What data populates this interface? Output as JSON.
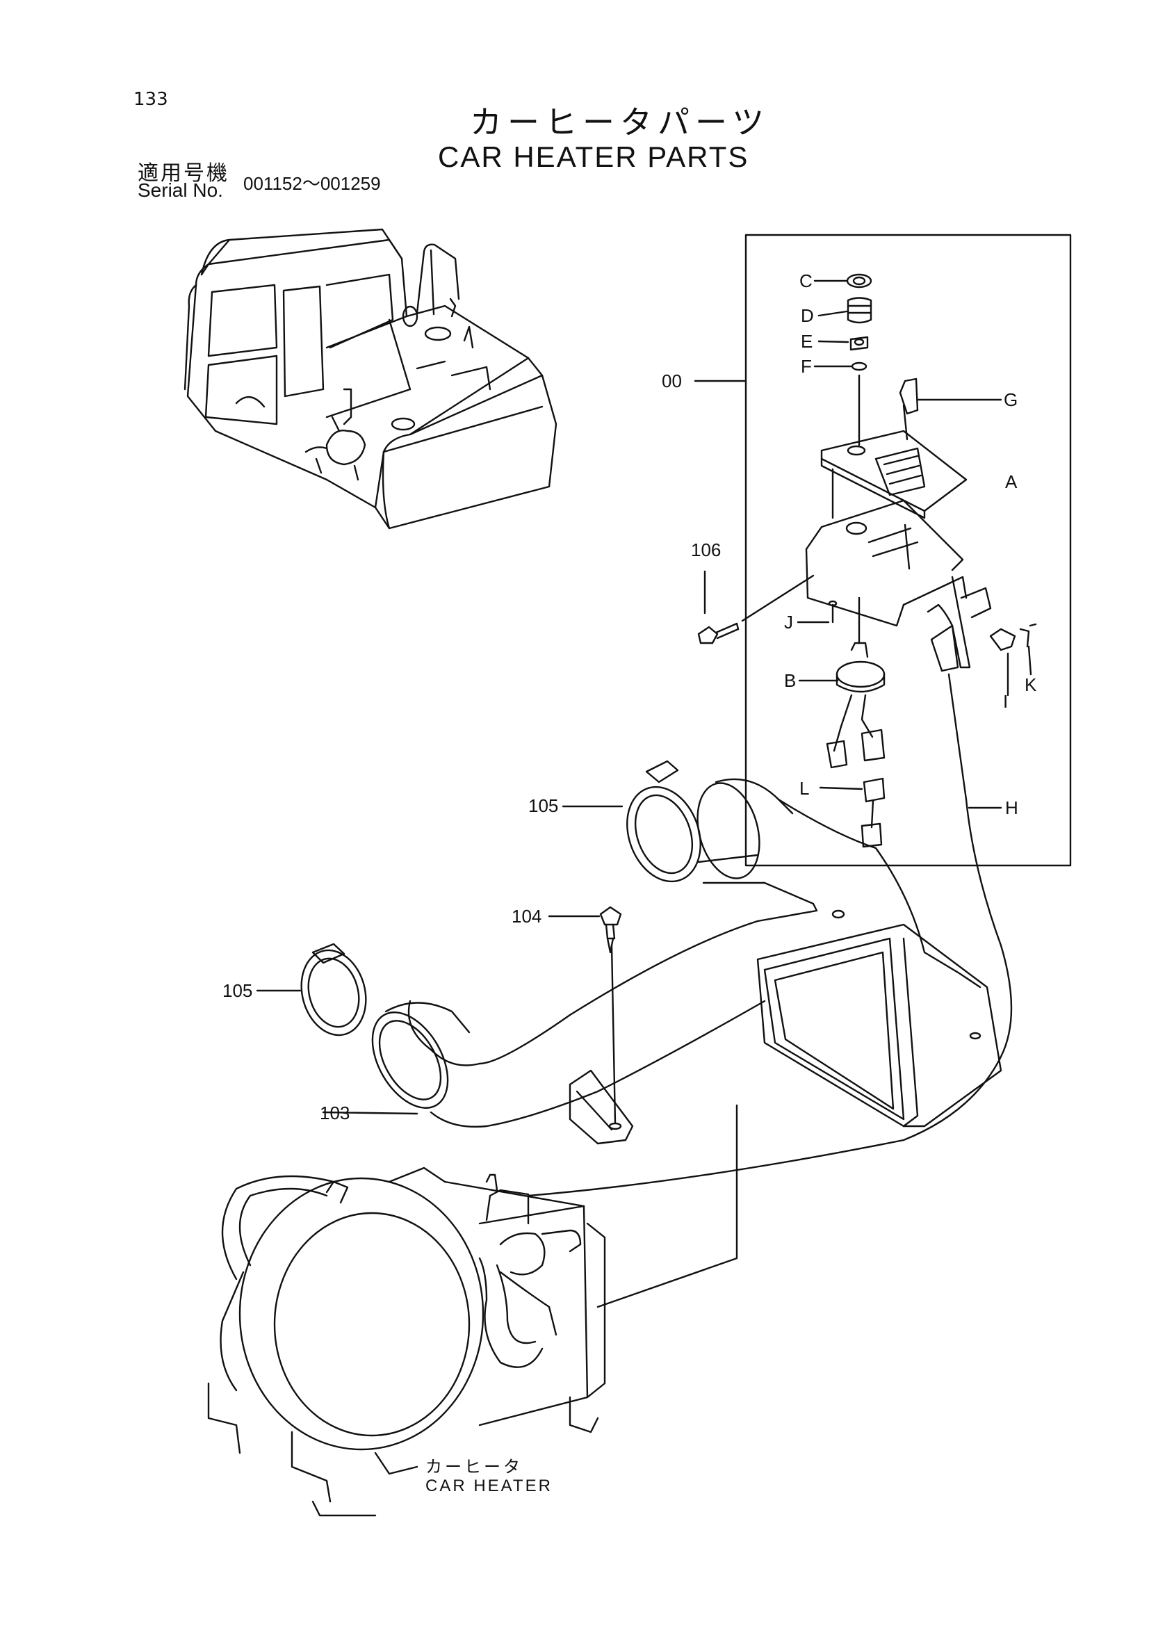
{
  "header": {
    "page_number": "133",
    "title_jp": "カーヒータパーツ",
    "title_en": "CAR HEATER PARTS",
    "serial_label_jp": "適用号機",
    "serial_label_en": "Serial No.",
    "serial_range": "001152～001259"
  },
  "callouts": {
    "c00": "00",
    "cA": "A",
    "cB": "B",
    "cC": "C",
    "cD": "D",
    "cE": "E",
    "cF": "F",
    "cG": "G",
    "cH": "H",
    "cI": "I",
    "cJ": "J",
    "cK": "K",
    "cL": "L",
    "c103": "103",
    "c104": "104",
    "c105a": "105",
    "c105b": "105",
    "c106": "106"
  },
  "heater_label": {
    "jp": "カーヒータ",
    "en": "CAR HEATER"
  }
}
